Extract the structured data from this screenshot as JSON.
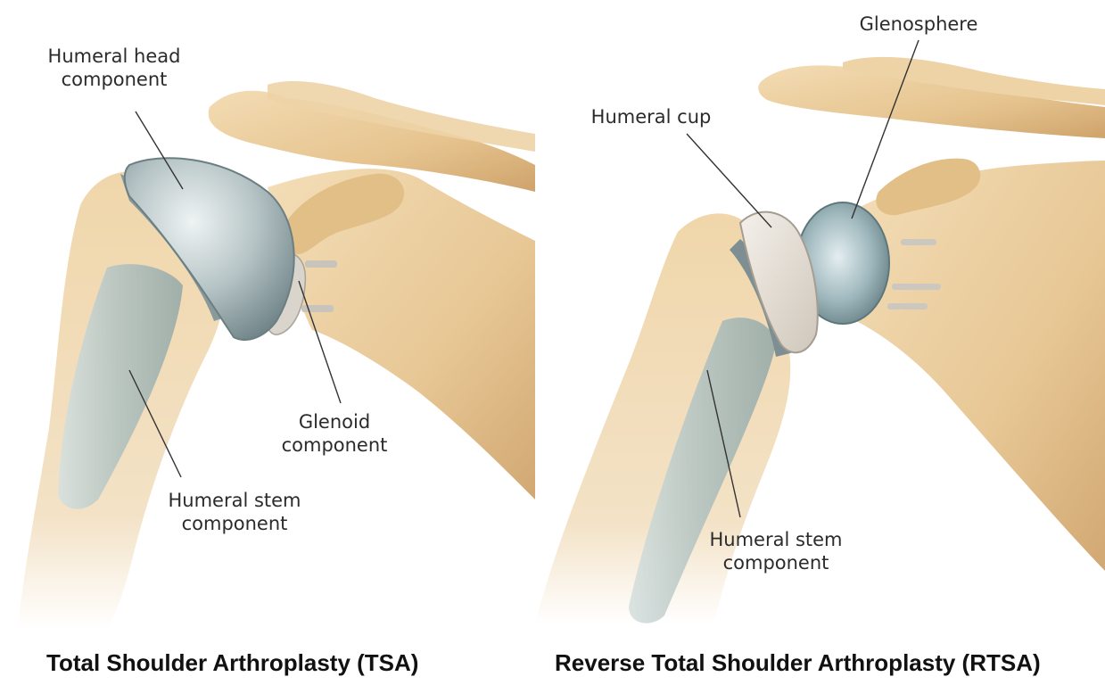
{
  "panels": [
    {
      "caption": "Total Shoulder Arthroplasty (TSA)",
      "labels": {
        "humeral_head": [
          "Humeral head",
          "component"
        ],
        "glenoid": [
          "Glenoid",
          "component"
        ],
        "humeral_stem": [
          "Humeral stem",
          "component"
        ]
      }
    },
    {
      "caption": "Reverse Total Shoulder Arthroplasty (RTSA)",
      "labels": {
        "glenosphere": "Glenosphere",
        "humeral_cup": "Humeral cup",
        "humeral_stem": [
          "Humeral stem",
          "component"
        ]
      }
    }
  ],
  "colors": {
    "bone": "#e9cb9a",
    "bone_shadow": "#c99d63",
    "metal": "#b9c6c9",
    "metal_dark": "#7f9296",
    "poly": "#e8e3dc",
    "leader_line": "#333333",
    "caption_text": "#111111"
  }
}
